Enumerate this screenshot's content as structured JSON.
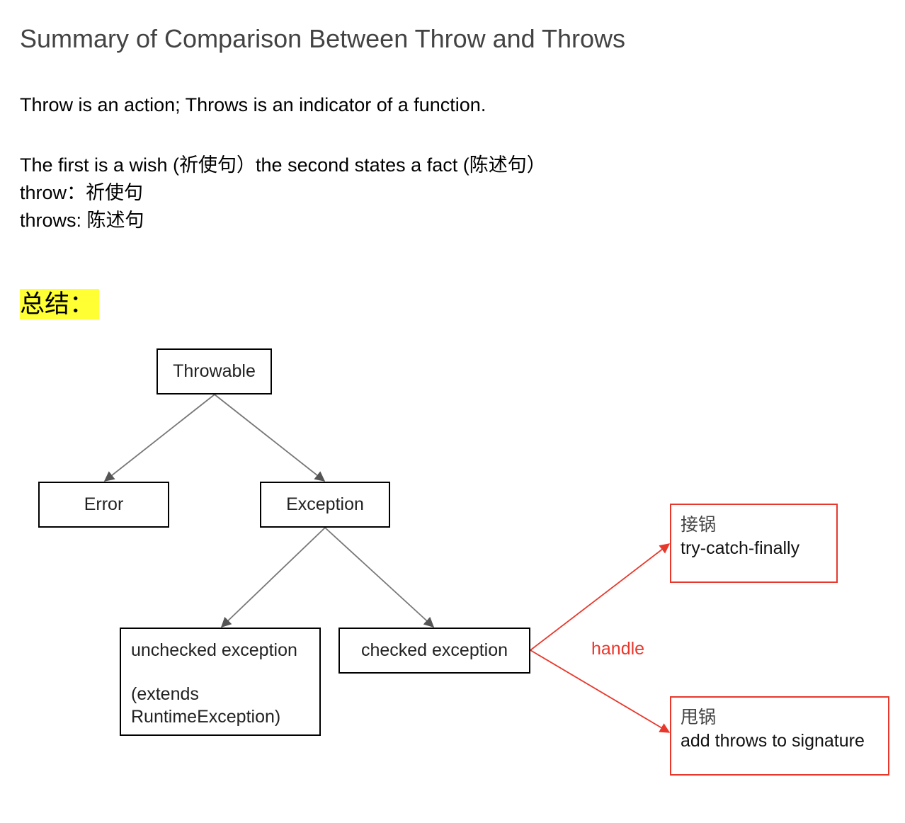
{
  "title": "Summary of Comparison Between Throw and Throws",
  "lines": {
    "l1": "Throw is an action; Throws is an indicator of a function.",
    "l2": "The first is a wish (祈使句）the second states a fact (陈述句）",
    "l3": "throw：祈使句",
    "l4": "throws: 陈述句"
  },
  "summary_label": "总结：",
  "diagram": {
    "throwable": "Throwable",
    "error": "Error",
    "exception": "Exception",
    "unchecked": {
      "line1": "unchecked exception",
      "line2": "(extends",
      "line3": "RuntimeException)"
    },
    "checked": "checked exception",
    "handle_label": "handle",
    "catch_box": {
      "cn": "接锅",
      "en": "try-catch-finally"
    },
    "throws_box": {
      "cn": "甩锅",
      "en": "add throws to signature"
    },
    "colors": {
      "tree_edge": "#777777",
      "handle_edge": "#e8382c",
      "highlight": "#ffff33"
    }
  }
}
